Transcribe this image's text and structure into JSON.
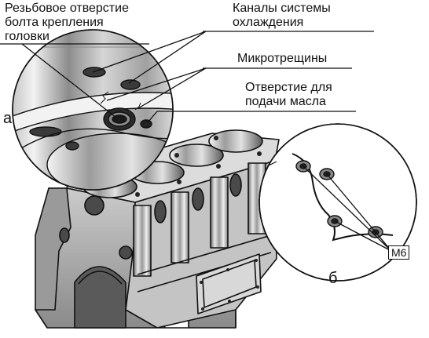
{
  "labels": {
    "threaded_hole": "Резьбовое отверстие\nболта крепления\nголовки",
    "cooling_channels": "Каналы системы\nохлаждения",
    "microcracks": "Микротрещины",
    "oil_hole": "Отверстие для\nподачи масла",
    "inset_a": "а",
    "inset_b": "б",
    "m6": "М6"
  },
  "colors": {
    "ink": "#111111",
    "metal_light": "#e6e6e6",
    "metal_mid": "#b4b4b4",
    "metal_dark": "#6e6e6e"
  }
}
